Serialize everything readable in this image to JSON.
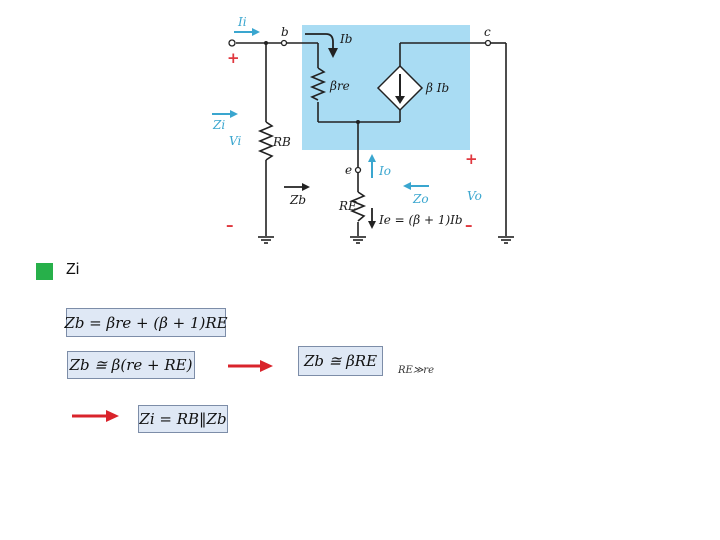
{
  "circuit": {
    "labels": {
      "ii": "Ii",
      "b": "b",
      "c": "c",
      "ib": "Ib",
      "beta_re": "βre",
      "source": "β Ib",
      "zi": "Zi",
      "vi": "Vi",
      "rb": "RB",
      "e": "e",
      "io": "Io",
      "plus_in": "+",
      "minus_in": "–",
      "plus_out": "+",
      "minus_out": "–",
      "vo": "Vo",
      "zb": "Zb",
      "re_cap": "RE",
      "zo": "Zo",
      "ie_eq": "Ie = (β + 1)Ib"
    },
    "colors": {
      "model_box": "#a9dcf3",
      "wire": "#222222",
      "signal": "#3aa6cf",
      "sign": "#e0383f"
    }
  },
  "bullet": {
    "label": "Zi",
    "color": "#27b04a"
  },
  "formulas": {
    "f1": "Zb = βre + (β + 1)RE",
    "f2": "Zb ≅ β(re + RE)",
    "f3": "Zb ≅ βRE",
    "f4": "Zi = RB‖Zb",
    "condition": "RE≫re"
  },
  "arrows": {
    "color": "#d9232b"
  }
}
